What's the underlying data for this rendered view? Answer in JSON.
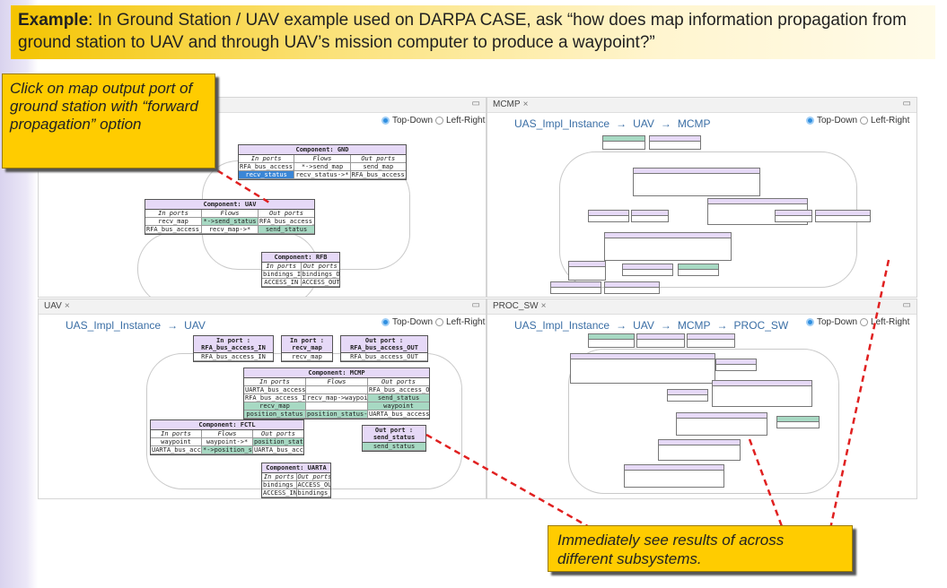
{
  "banner": {
    "bold": "Example",
    "text": ": In Ground Station / UAV example used on DARPA CASE, ask “how  does map information propagation from ground station to UAV and through UAV’s mission computer to produce a waypoint?”"
  },
  "callouts": {
    "top_left": "Click on map output port of ground station with “forward propagation” option",
    "bottom_right": "Immediately see results of across different subsystems."
  },
  "radio": {
    "top_down": "Top-Down",
    "left_right": "Left-Right"
  },
  "panes": {
    "tl": {
      "tab": "",
      "close": "×"
    },
    "tr": {
      "tab": "MCMP",
      "close": "×",
      "crumb": [
        "UAS_Impl_Instance",
        "→",
        "UAV",
        "→",
        "MCMP"
      ]
    },
    "bl": {
      "tab": "UAV",
      "close": "×",
      "crumb": [
        "UAS_Impl_Instance",
        "→",
        "UAV"
      ]
    },
    "br": {
      "tab": "PROC_SW",
      "close": "×",
      "crumb": [
        "UAS_Impl_Instance",
        "→",
        "UAV",
        "→",
        "MCMP",
        "→",
        "PROC_SW"
      ]
    }
  },
  "diagram_tl": {
    "gnd": {
      "title": "Component: GND",
      "cols": [
        "In ports",
        "Flows",
        "Out ports"
      ],
      "rows": [
        [
          "RFA_bus_access_IN",
          "*->send_map",
          "send_map"
        ],
        [
          "recv_status",
          "recv_status->*",
          "RFA_bus_access_OUT"
        ]
      ]
    },
    "uav": {
      "title": "Component: UAV",
      "cols": [
        "In ports",
        "Flows",
        "Out ports"
      ],
      "rows": [
        [
          "recv_map",
          "*->send_status",
          "RFA_bus_access_OUT"
        ],
        [
          "RFA_bus_access_IN",
          "recv_map->*",
          "send_status"
        ]
      ]
    },
    "rfb": {
      "title": "Component: RFB",
      "cols": [
        "In ports",
        "Out ports"
      ],
      "rows": [
        [
          "bindings_IN",
          "bindings_OUT"
        ],
        [
          "ACCESS_IN",
          "ACCESS_OUT"
        ]
      ]
    }
  },
  "diagram_bl": {
    "in1": {
      "title": "In port : RFA_bus_access_IN",
      "value": "RFA_bus_access_IN"
    },
    "in2": {
      "title": "In port : recv_map",
      "value": "recv_map"
    },
    "out1": {
      "title": "Out port : RFA_bus_access_OUT",
      "value": "RFA_bus_access_OUT"
    },
    "mcmp": {
      "title": "Component: MCMP",
      "cols": [
        "In ports",
        "Flows",
        "Out ports"
      ],
      "rows": [
        [
          "UARTA_bus_access_IN",
          "",
          "RFA_bus_access_OUT"
        ],
        [
          "RFA_bus_access_IN",
          "recv_map->waypoint",
          "send_status"
        ],
        [
          "recv_map",
          "",
          "waypoint"
        ],
        [
          "position_status",
          "position_status->send_status",
          "UARTA_bus_access_OUT"
        ]
      ]
    },
    "fctl": {
      "title": "Component: FCTL",
      "cols": [
        "In ports",
        "Flows",
        "Out ports"
      ],
      "rows": [
        [
          "waypoint",
          "waypoint->*",
          "position_status"
        ],
        [
          "UARTA_bus_access_IN",
          "*->position_status",
          "UARTA_bus_access_OUT"
        ]
      ]
    },
    "out2": {
      "title": "Out port : send_status",
      "value": "send_status"
    },
    "uarta": {
      "title": "Component: UARTA",
      "cols": [
        "In ports",
        "Out ports"
      ],
      "rows": [
        [
          "bindings_IN",
          "ACCESS_OUT"
        ],
        [
          "ACCESS_IN",
          "bindings_OUT"
        ]
      ]
    }
  }
}
